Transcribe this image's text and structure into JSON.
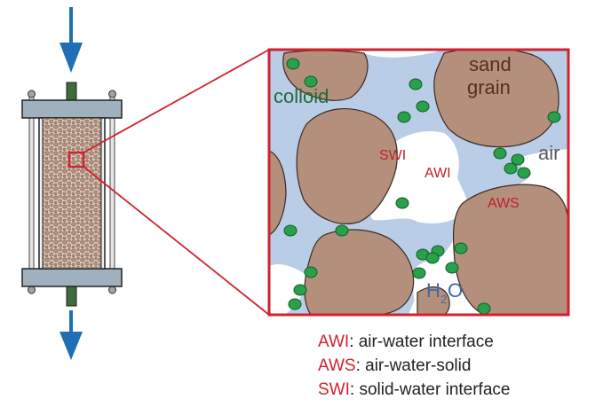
{
  "labels": {
    "colloid": "colloid",
    "sand_line1": "sand",
    "sand_line2": "grain",
    "air": "air",
    "swi": "SWI",
    "awi": "AWI",
    "aws": "AWS",
    "h2o_main": "H",
    "h2o_sub": "2",
    "h2o_tail": "O"
  },
  "legend": [
    {
      "abbr": "AWI",
      "text": ": air-water interface"
    },
    {
      "abbr": "AWS",
      "text": ": air-water-solid"
    },
    {
      "abbr": "SWI",
      "text": ": solid-water interface"
    }
  ],
  "colors": {
    "grain": "#b4907c",
    "water": "#b9cde6",
    "colloid": "#29a04a",
    "frame": "#d0222e",
    "arrow": "#1f6fb5",
    "label_red": "#c0202a",
    "label_brown": "#5a2e1a",
    "label_green": "#1e6b3a",
    "label_blue": "#3a6aa8"
  }
}
